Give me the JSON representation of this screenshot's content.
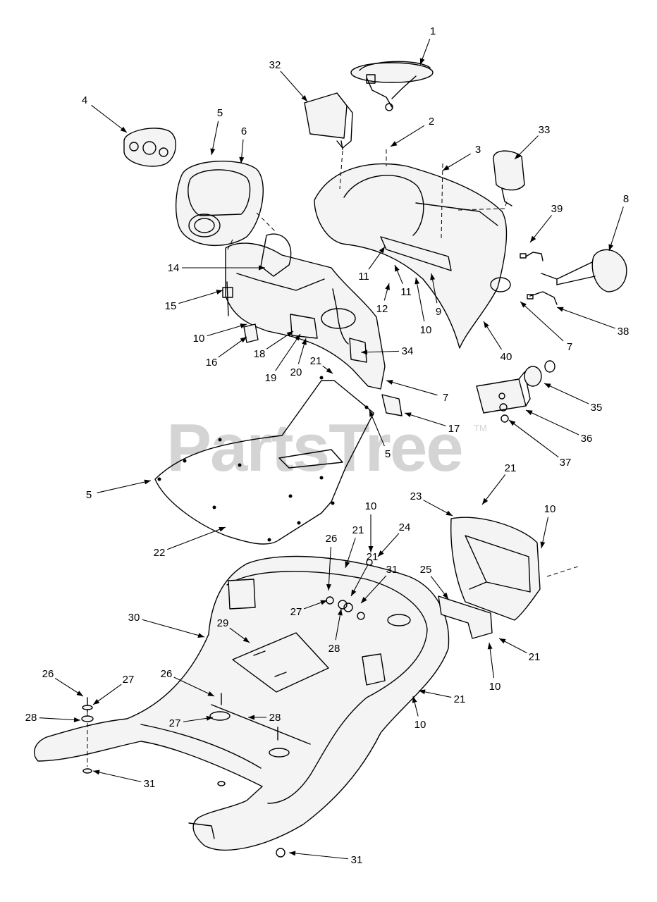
{
  "watermark": {
    "text": "PartsTree",
    "mark": "TM"
  },
  "callouts": [
    {
      "label": "1"
    },
    {
      "label": "32"
    },
    {
      "label": "4"
    },
    {
      "label": "5"
    },
    {
      "label": "6"
    },
    {
      "label": "2"
    },
    {
      "label": "33"
    },
    {
      "label": "3"
    },
    {
      "label": "8"
    },
    {
      "label": "39"
    },
    {
      "label": "14"
    },
    {
      "label": "15"
    },
    {
      "label": "11"
    },
    {
      "label": "11"
    },
    {
      "label": "12"
    },
    {
      "label": "9"
    },
    {
      "label": "10"
    },
    {
      "label": "10"
    },
    {
      "label": "16"
    },
    {
      "label": "18"
    },
    {
      "label": "19"
    },
    {
      "label": "20"
    },
    {
      "label": "34"
    },
    {
      "label": "40"
    },
    {
      "label": "7"
    },
    {
      "label": "38"
    },
    {
      "label": "21"
    },
    {
      "label": "7"
    },
    {
      "label": "35"
    },
    {
      "label": "17"
    },
    {
      "label": "5"
    },
    {
      "label": "36"
    },
    {
      "label": "37"
    },
    {
      "label": "5"
    },
    {
      "label": "21"
    },
    {
      "label": "23"
    },
    {
      "label": "10"
    },
    {
      "label": "10"
    },
    {
      "label": "24"
    },
    {
      "label": "21"
    },
    {
      "label": "26"
    },
    {
      "label": "22"
    },
    {
      "label": "21"
    },
    {
      "label": "31"
    },
    {
      "label": "25"
    },
    {
      "label": "27"
    },
    {
      "label": "28"
    },
    {
      "label": "30"
    },
    {
      "label": "29"
    },
    {
      "label": "21"
    },
    {
      "label": "10"
    },
    {
      "label": "26"
    },
    {
      "label": "27"
    },
    {
      "label": "26"
    },
    {
      "label": "21"
    },
    {
      "label": "28"
    },
    {
      "label": "27"
    },
    {
      "label": "28"
    },
    {
      "label": "10"
    },
    {
      "label": "31"
    },
    {
      "label": "31"
    }
  ]
}
